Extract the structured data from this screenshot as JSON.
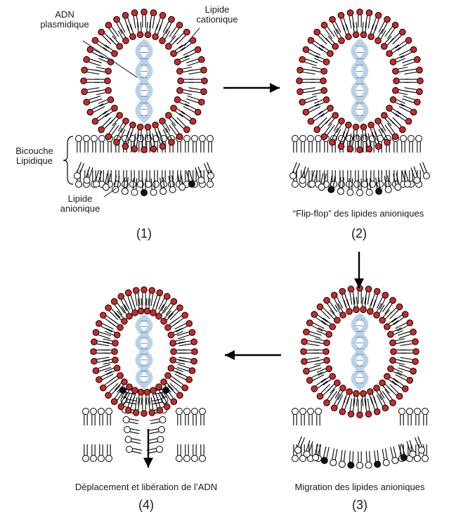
{
  "labels": {
    "adn_plasmidique": [
      "ADN",
      "plasmidique"
    ],
    "lipide_cationique": [
      "Lipide",
      "cationique"
    ],
    "bicouche_lipidique": [
      "Bicouche",
      "Lipidique"
    ],
    "lipide_anionique": [
      "Lipide",
      "anionique"
    ]
  },
  "panels": [
    {
      "number": "(1)",
      "caption": ""
    },
    {
      "number": "(2)",
      "caption": "“Flip-flop” des lipides anioniques"
    },
    {
      "number": "(3)",
      "caption": "Migration des lipides anioniques"
    },
    {
      "number": "(4)",
      "caption": "Déplacement et libération de l’ADN"
    }
  ],
  "colors": {
    "cationic_head": "#cc2a2a",
    "anionic_head": "#111111",
    "neutral_head": "#ffffff",
    "dna": "#b9d2e6",
    "line": "#000000"
  }
}
